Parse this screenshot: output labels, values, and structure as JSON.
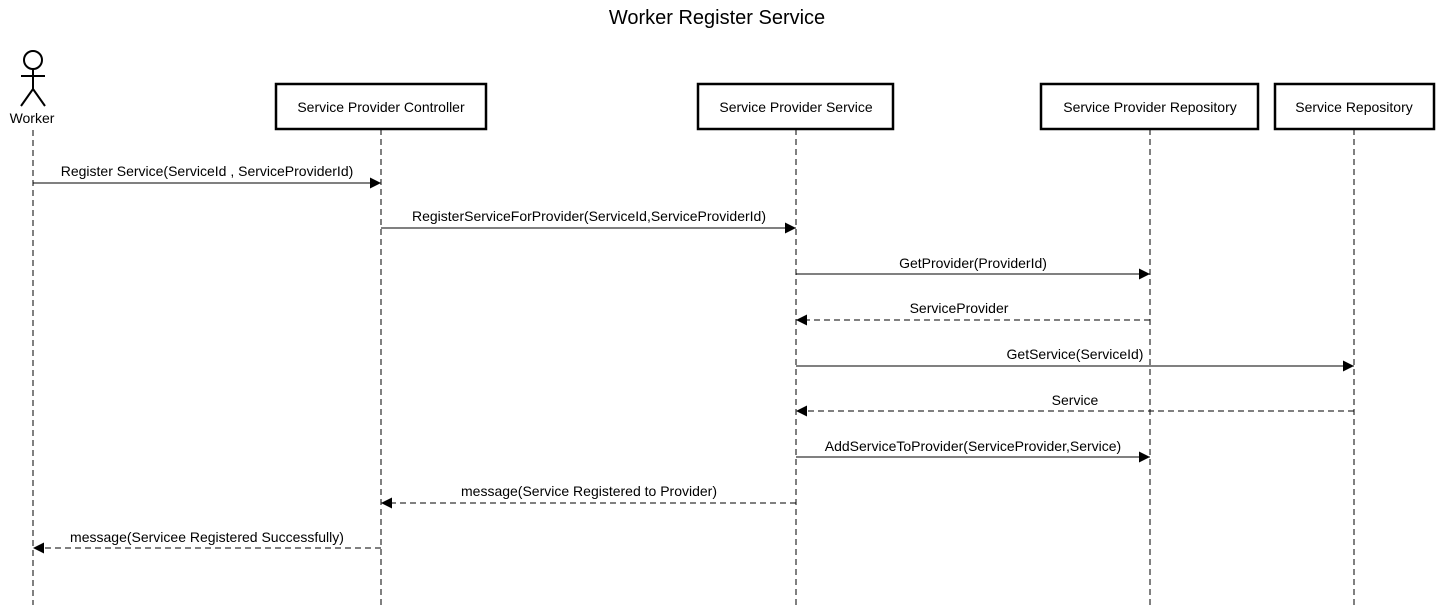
{
  "title": "Worker Register Service",
  "actor": {
    "name": "Worker",
    "icon": "stick-figure-actor-icon"
  },
  "participants": [
    {
      "id": "controller",
      "label": "Service Provider Controller"
    },
    {
      "id": "service",
      "label": "Service Provider Service"
    },
    {
      "id": "provider_repo",
      "label": "Service Provider Repository"
    },
    {
      "id": "service_repo",
      "label": "Service Repository"
    }
  ],
  "messages": [
    {
      "from": "worker",
      "to": "controller",
      "label": "Register Service(ServiceId , ServiceProviderId)",
      "kind": "call"
    },
    {
      "from": "controller",
      "to": "service",
      "label": "RegisterServiceForProvider(ServiceId,ServiceProviderId)",
      "kind": "call"
    },
    {
      "from": "service",
      "to": "provider_repo",
      "label": "GetProvider(ProviderId)",
      "kind": "call"
    },
    {
      "from": "provider_repo",
      "to": "service",
      "label": "ServiceProvider",
      "kind": "return"
    },
    {
      "from": "service",
      "to": "service_repo",
      "label": "GetService(ServiceId)",
      "kind": "call"
    },
    {
      "from": "service_repo",
      "to": "service",
      "label": "Service",
      "kind": "return"
    },
    {
      "from": "service",
      "to": "provider_repo",
      "label": "AddServiceToProvider(ServiceProvider,Service)",
      "kind": "call"
    },
    {
      "from": "service",
      "to": "controller",
      "label": "message(Service Registered to Provider)",
      "kind": "return"
    },
    {
      "from": "controller",
      "to": "worker",
      "label": "message(Servicee Registered Successfully)",
      "kind": "return"
    }
  ],
  "colors": {
    "line": "#000000",
    "background": "#ffffff"
  }
}
